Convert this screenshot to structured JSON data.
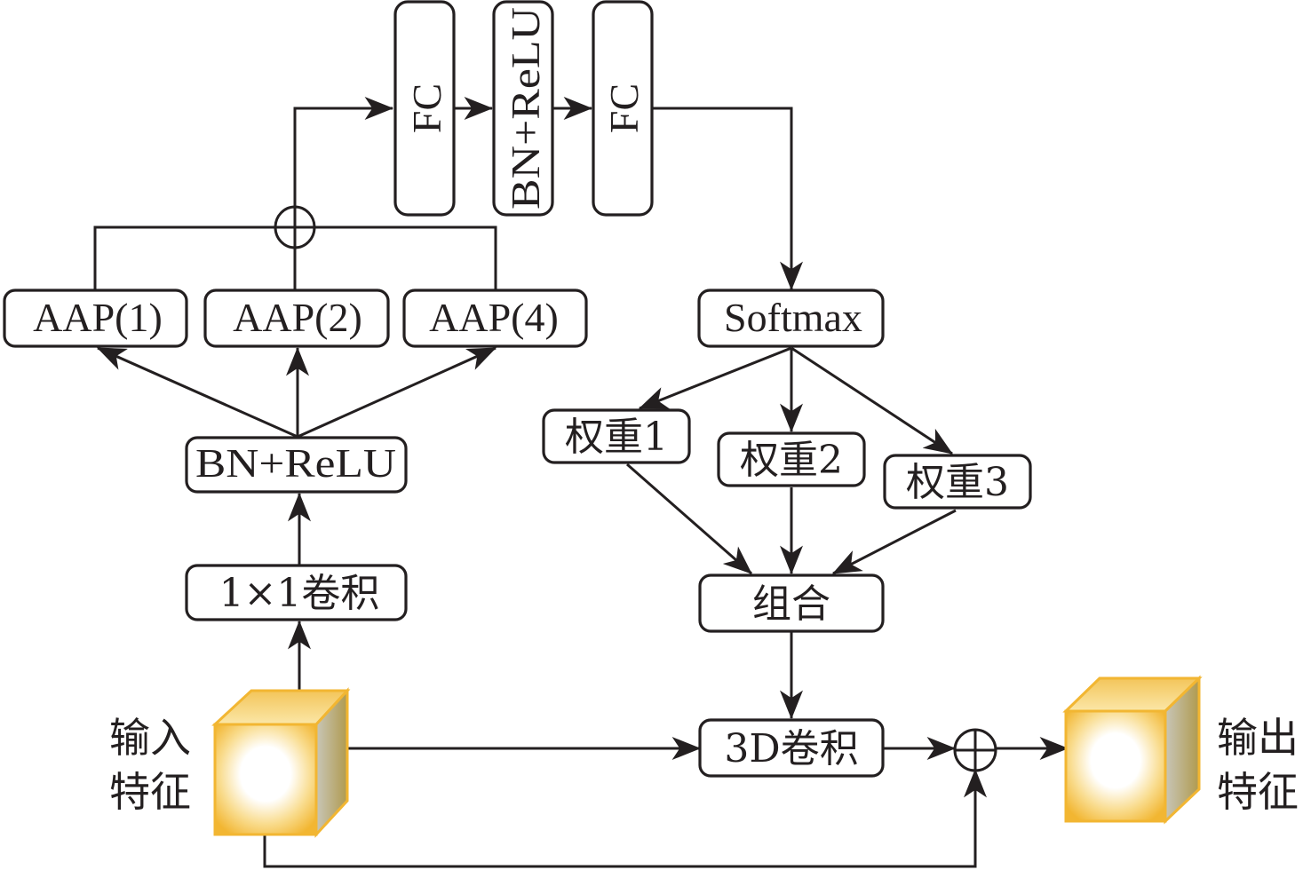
{
  "diagram": {
    "nodes": {
      "fc1": "FC",
      "bn_relu_top": "BN+ReLU",
      "fc2": "FC",
      "aap1": "AAP(1)",
      "aap2": "AAP(2)",
      "aap4": "AAP(4)",
      "bn_relu_mid": "BN+ReLU",
      "conv1x1": "1×1卷积",
      "softmax": "Softmax",
      "weight1": "权重1",
      "weight2": "权重2",
      "weight3": "权重3",
      "combine": "组合",
      "conv3d": "3D卷积"
    },
    "input": {
      "line1": "输入",
      "line2": "特征"
    },
    "output": {
      "line1": "输出",
      "line2": "特征"
    },
    "cube_colors": {
      "edge": "#f2b632",
      "light": "#ffffff",
      "mid": "#f7d27a",
      "side_dark": "#b8a060",
      "side_grey": "#c0c0b8"
    },
    "edges": [
      [
        "input",
        "conv1x1"
      ],
      [
        "conv1x1",
        "bn_relu_mid"
      ],
      [
        "bn_relu_mid",
        "aap1"
      ],
      [
        "bn_relu_mid",
        "aap2"
      ],
      [
        "bn_relu_mid",
        "aap4"
      ],
      [
        "aap1",
        "sum_top"
      ],
      [
        "aap2",
        "sum_top"
      ],
      [
        "aap4",
        "sum_top"
      ],
      [
        "sum_top",
        "fc1"
      ],
      [
        "fc1",
        "bn_relu_top"
      ],
      [
        "bn_relu_top",
        "fc2"
      ],
      [
        "fc2",
        "softmax"
      ],
      [
        "softmax",
        "weight1"
      ],
      [
        "softmax",
        "weight2"
      ],
      [
        "softmax",
        "weight3"
      ],
      [
        "weight1",
        "combine"
      ],
      [
        "weight2",
        "combine"
      ],
      [
        "weight3",
        "combine"
      ],
      [
        "combine",
        "conv3d"
      ],
      [
        "input",
        "conv3d"
      ],
      [
        "conv3d",
        "sum_out"
      ],
      [
        "input",
        "sum_out"
      ],
      [
        "sum_out",
        "output"
      ]
    ]
  }
}
